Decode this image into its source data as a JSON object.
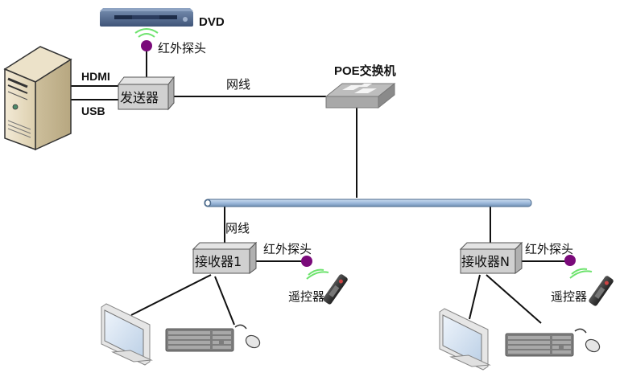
{
  "diagram": {
    "title": "",
    "colors": {
      "line": "#111111",
      "ir_probe": "#7a0a7a",
      "ir_wave": "#6ee36e",
      "bus_fill": "#a9c3e0",
      "bus_stroke": "#4d6b8c",
      "box_fill": "#d0d0d0",
      "box_top": "#e4e4e4",
      "box_side": "#b0b0b0"
    },
    "labels": {
      "dvd": "DVD",
      "ir_probe_top": "红外探头",
      "hdmi": "HDMI",
      "usb": "USB",
      "transmitter": "发送器",
      "cable_top": "网线",
      "poe_switch": "POE交换机",
      "cable_receiver1": "网线",
      "receiver1": "接收器1",
      "receiver1_ir": "红外探头",
      "receiver1_remote": "遥控器",
      "receiverN": "接收器N",
      "receiverN_ir": "红外探头",
      "receiverN_remote": "遥控器"
    },
    "nodes": [
      {
        "id": "pc-server",
        "icon": "server-tower-icon"
      },
      {
        "id": "dvd-player",
        "icon": "dvd-player-icon"
      },
      {
        "id": "transmitter",
        "icon": "box-device"
      },
      {
        "id": "poe-switch",
        "icon": "network-switch-icon"
      },
      {
        "id": "network-bus",
        "icon": "bus-pipe"
      },
      {
        "id": "receiver-1",
        "icon": "box-device"
      },
      {
        "id": "receiver-n",
        "icon": "box-device"
      },
      {
        "id": "monitor-1",
        "icon": "monitor-icon"
      },
      {
        "id": "keyboard-1",
        "icon": "keyboard-icon"
      },
      {
        "id": "mouse-1",
        "icon": "mouse-icon"
      },
      {
        "id": "remote-1",
        "icon": "remote-control-icon"
      },
      {
        "id": "monitor-n",
        "icon": "monitor-icon"
      },
      {
        "id": "keyboard-n",
        "icon": "keyboard-icon"
      },
      {
        "id": "mouse-n",
        "icon": "mouse-icon"
      },
      {
        "id": "remote-n",
        "icon": "remote-control-icon"
      }
    ],
    "edges": [
      {
        "from": "pc-server",
        "to": "transmitter",
        "label": "HDMI"
      },
      {
        "from": "pc-server",
        "to": "transmitter",
        "label": "USB"
      },
      {
        "from": "transmitter",
        "to": "ir-probe-top",
        "label": ""
      },
      {
        "from": "transmitter",
        "to": "poe-switch",
        "label": "网线"
      },
      {
        "from": "poe-switch",
        "to": "network-bus",
        "label": ""
      },
      {
        "from": "network-bus",
        "to": "receiver-1",
        "label": "网线"
      },
      {
        "from": "network-bus",
        "to": "receiver-n",
        "label": ""
      },
      {
        "from": "receiver-1",
        "to": "ir-probe-1",
        "label": ""
      },
      {
        "from": "receiver-1",
        "to": "monitor-1",
        "label": ""
      },
      {
        "from": "receiver-1",
        "to": "mouse-1",
        "label": ""
      },
      {
        "from": "receiver-n",
        "to": "ir-probe-n",
        "label": ""
      },
      {
        "from": "receiver-n",
        "to": "monitor-n",
        "label": ""
      },
      {
        "from": "receiver-n",
        "to": "keyboard-n",
        "label": ""
      }
    ]
  }
}
